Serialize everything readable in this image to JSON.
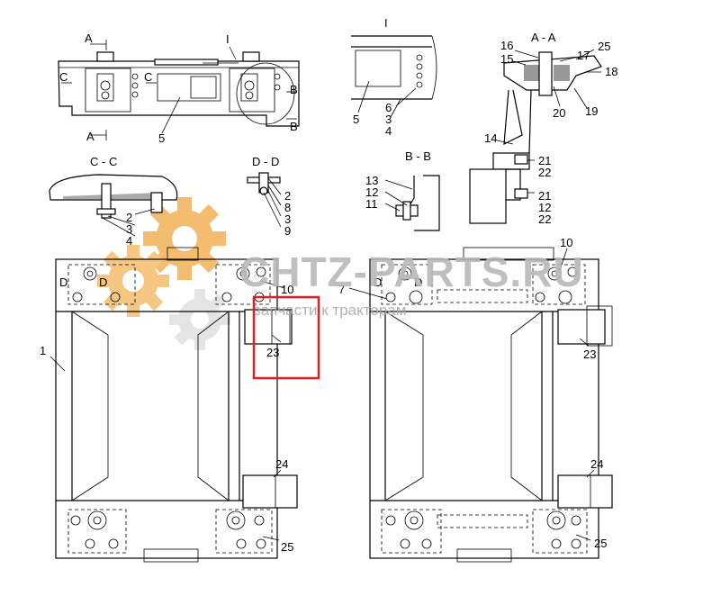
{
  "watermark": {
    "brand": "CHTZ-PARTS.RU",
    "slogan": "запчасти к тракторам",
    "gear_color": "#f0a640"
  },
  "highlight": {
    "color": "#e02020",
    "part": "23"
  },
  "sections": {
    "view_I_small": "I",
    "view_I_detail": "I",
    "section_AA": "A - A",
    "section_CC": "C - C",
    "section_DD": "D - D",
    "section_BB": "B - B",
    "mark_A_top": "A",
    "mark_A_bottom": "A",
    "mark_C_left": "C",
    "mark_C_right": "C",
    "mark_B_top": "B",
    "mark_B_bottom": "B",
    "mark_D_frame1_a": "D",
    "mark_D_frame1_b": "D",
    "mark_D_frame7_a": "D",
    "mark_D_frame7_b": "D"
  },
  "callouts": {
    "top_assembly": {
      "p5": "5"
    },
    "view_I": {
      "p5": "5",
      "p6": "6",
      "p3": "3",
      "p4": "4"
    },
    "section_AA": {
      "p16": "16",
      "p15": "15",
      "p17": "17",
      "p25": "25",
      "p18": "18",
      "p20": "20",
      "p19": "19",
      "p14": "14",
      "p21a": "21",
      "p22a": "22",
      "p21b": "21",
      "p12": "12",
      "p22b": "22"
    },
    "section_CC": {
      "p2": "2",
      "p3": "3",
      "p4": "4"
    },
    "section_DD": {
      "p2": "2",
      "p8": "8",
      "p3": "3",
      "p9": "9"
    },
    "section_BB": {
      "p13": "13",
      "p12": "12",
      "p11": "11"
    },
    "frame_1": {
      "p1": "1",
      "p10": "10",
      "p23": "23",
      "p24": "24",
      "p25": "25"
    },
    "frame_7": {
      "p7": "7",
      "p10": "10",
      "p23": "23",
      "p24": "24",
      "p25": "25"
    }
  }
}
